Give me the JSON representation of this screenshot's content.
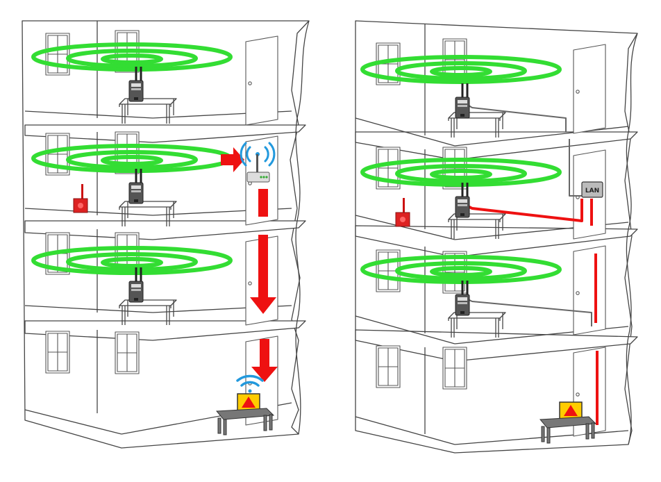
{
  "diagram": {
    "left_building": {
      "floors": 4,
      "repeater_floors": [
        1,
        2,
        3
      ],
      "signal_path": "wireless",
      "colors": {
        "signal": "#33dd33",
        "arrow": "#ee1111",
        "wifi": "#2299dd"
      }
    },
    "right_building": {
      "floors": 4,
      "repeater_floors": [
        1,
        2,
        3
      ],
      "signal_path": "wired",
      "lan_label": "LAN",
      "colors": {
        "signal": "#33dd33",
        "cable_red": "#ee1111",
        "cable_grey": "#666666"
      }
    },
    "icons": [
      "access-point-icon",
      "wifi-icon",
      "laptop-icon",
      "warning-triangle-icon",
      "fire-alarm-icon",
      "lan-switch-icon"
    ]
  }
}
